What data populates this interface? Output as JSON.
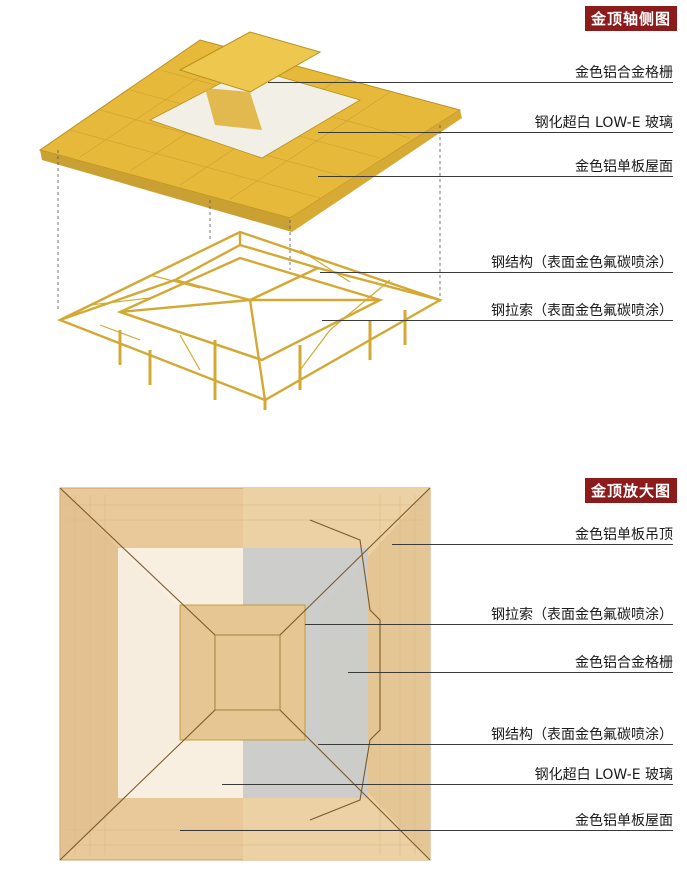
{
  "sections": {
    "axon": {
      "title": "金顶轴侧图"
    },
    "plan": {
      "title": "金顶放大图"
    }
  },
  "axon_labels": [
    "金色铝合金格栅",
    "钢化超白 LOW-E 玻璃",
    "金色铝单板屋面",
    "钢结构（表面金色氟碳喷涂）",
    "钢拉索（表面金色氟碳喷涂）"
  ],
  "plan_labels": [
    "金色铝单板吊顶",
    "钢拉索（表面金色氟碳喷涂）",
    "金色铝合金格栅",
    "钢结构（表面金色氟碳喷涂）",
    "钢化超白 LOW-E 玻璃",
    "金色铝单板屋面"
  ],
  "colors": {
    "gold": "#e8c24a",
    "gold_dark": "#b8901e",
    "tan": "#e9c99a",
    "tan_dark": "#c9a06a",
    "glass": "#c8ccd2",
    "badge": "#8c1b1b"
  }
}
